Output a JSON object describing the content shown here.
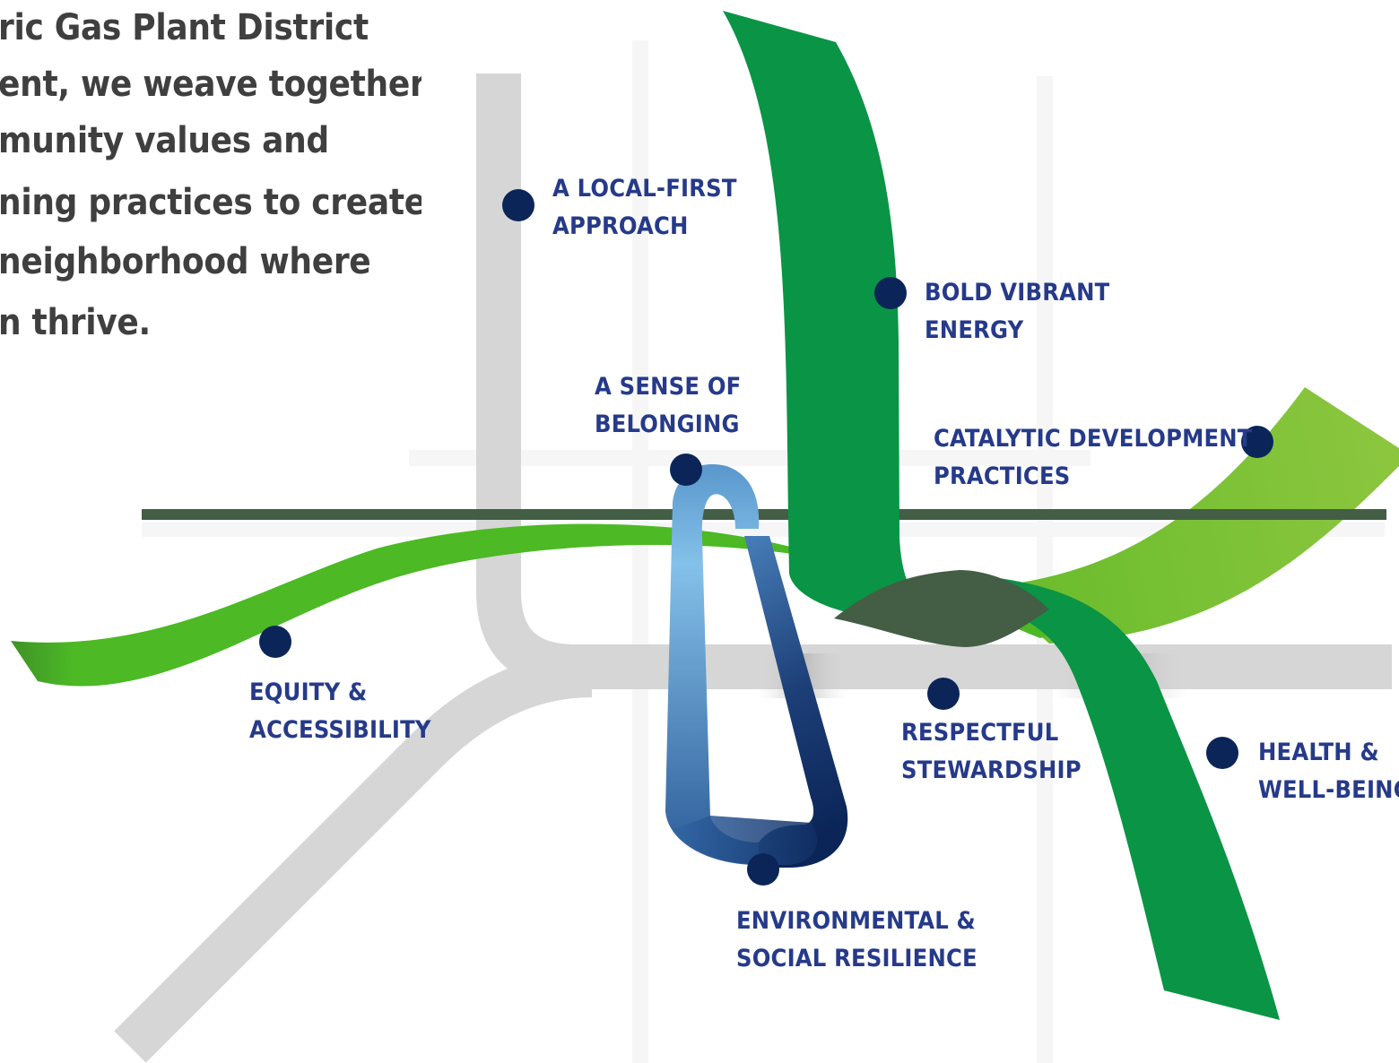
{
  "intro": {
    "lines": [
      "ric Gas Plant District",
      "ent, we weave together",
      "munity values and",
      "ning practices to create",
      " neighborhood where",
      "n thrive."
    ]
  },
  "values": [
    {
      "id": "local-first",
      "line1": "A LOCAL-FIRST",
      "line2": "APPROACH"
    },
    {
      "id": "bold-vibrant",
      "line1": "BOLD VIBRANT",
      "line2": "ENERGY"
    },
    {
      "id": "belonging",
      "line1": "A SENSE OF",
      "line2": "BELONGING"
    },
    {
      "id": "catalytic",
      "line1": "CATALYTIC DEVELOPMENT",
      "line2": "PRACTICES"
    },
    {
      "id": "equity",
      "line1": "EQUITY &",
      "line2": "ACCESSIBILITY"
    },
    {
      "id": "stewardship",
      "line1": "RESPECTFUL",
      "line2": "STEWARDSHIP"
    },
    {
      "id": "health",
      "line1": "HEALTH &",
      "line2": "WELL-BEING"
    },
    {
      "id": "resilience",
      "line1": "ENVIRONMENTAL &",
      "line2": "SOCIAL RESILIENCE"
    }
  ],
  "colors": {
    "label_text": "#263a8a",
    "node": "#0b2558",
    "intro_text": "#3f3f3f",
    "ribbon_dark_green": "#0a9446",
    "ribbon_light_green": "#4cb925",
    "ribbon_lime": "#87c540",
    "rail_line": "#435e45",
    "road_gray": "#d6d6d6",
    "loop_light_blue": "#7fbde8",
    "loop_navy": "#0b2558"
  }
}
